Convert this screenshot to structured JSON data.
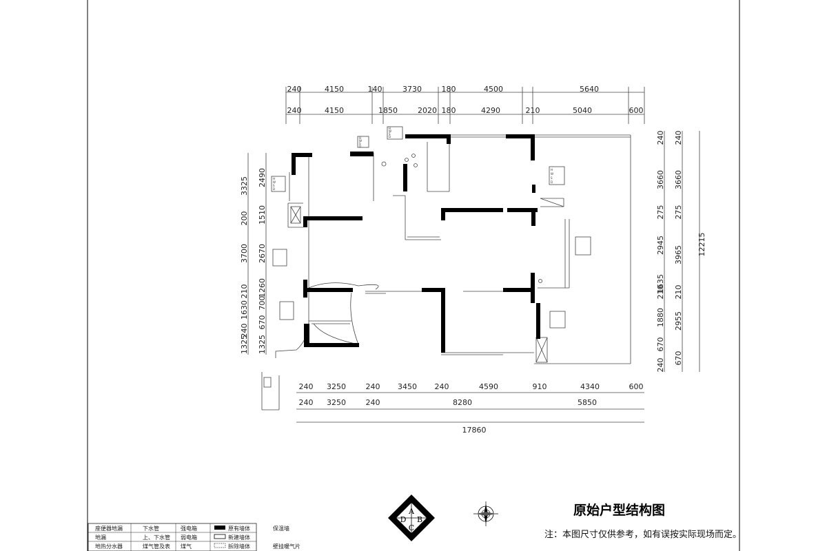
{
  "dimensions": {
    "top_row1": [
      "240",
      "4150",
      "140",
      "3730",
      "180",
      "4500",
      "5640"
    ],
    "top_row2": [
      "240",
      "4150",
      "1850",
      "2020",
      "180",
      "4290",
      "210",
      "5040",
      "600"
    ],
    "bottom_row1": [
      "240",
      "3250",
      "240",
      "3450",
      "240",
      "4590",
      "910",
      "4340",
      "600"
    ],
    "bottom_row2": [
      "240",
      "3250",
      "240",
      "8280",
      "5850"
    ],
    "bottom_total": "17860",
    "left_outer": [
      "3325",
      "200",
      "3700",
      "210",
      "1630",
      "240",
      "1325"
    ],
    "left_inner": [
      "2490",
      "1510",
      "2670",
      "1260",
      "700",
      "670",
      "1325"
    ],
    "right_inner": [
      "240",
      "3660",
      "275",
      "2945",
      "1635",
      "210",
      "1880",
      "670",
      "240"
    ],
    "right_outer": [
      "240",
      "3660",
      "275",
      "3965",
      "210",
      "2955",
      "670"
    ],
    "right_total": "12215"
  },
  "window_labels": {
    "w1": [
      "H",
      "W",
      "S",
      "D"
    ],
    "w2": [
      "H",
      "W",
      "S",
      "D"
    ],
    "w3": [
      "H",
      "W",
      "S",
      "D"
    ],
    "w4": [
      "H",
      "W",
      "S",
      "D"
    ]
  },
  "compass": {
    "letters": [
      "A",
      "B",
      "C",
      "D"
    ]
  },
  "title": "原始户型结构图",
  "note": "注：本图尺寸仅供参考，如有误按实际现场而定。",
  "legend": {
    "col1": [
      "座便器地漏",
      "地漏",
      "地热分水器"
    ],
    "col2": [
      "下水管",
      "上、下水管",
      "煤气管及表"
    ],
    "col3": [
      "强电箱",
      "弱电箱",
      "煤气"
    ],
    "col4": [
      "原有墙体",
      "新建墙体",
      "拆除墙体"
    ],
    "col5": [
      "保温墙",
      "",
      "壁挂暖气片"
    ]
  },
  "colors": {
    "wall": "#000000",
    "line": "#444444",
    "background": "#ffffff"
  }
}
